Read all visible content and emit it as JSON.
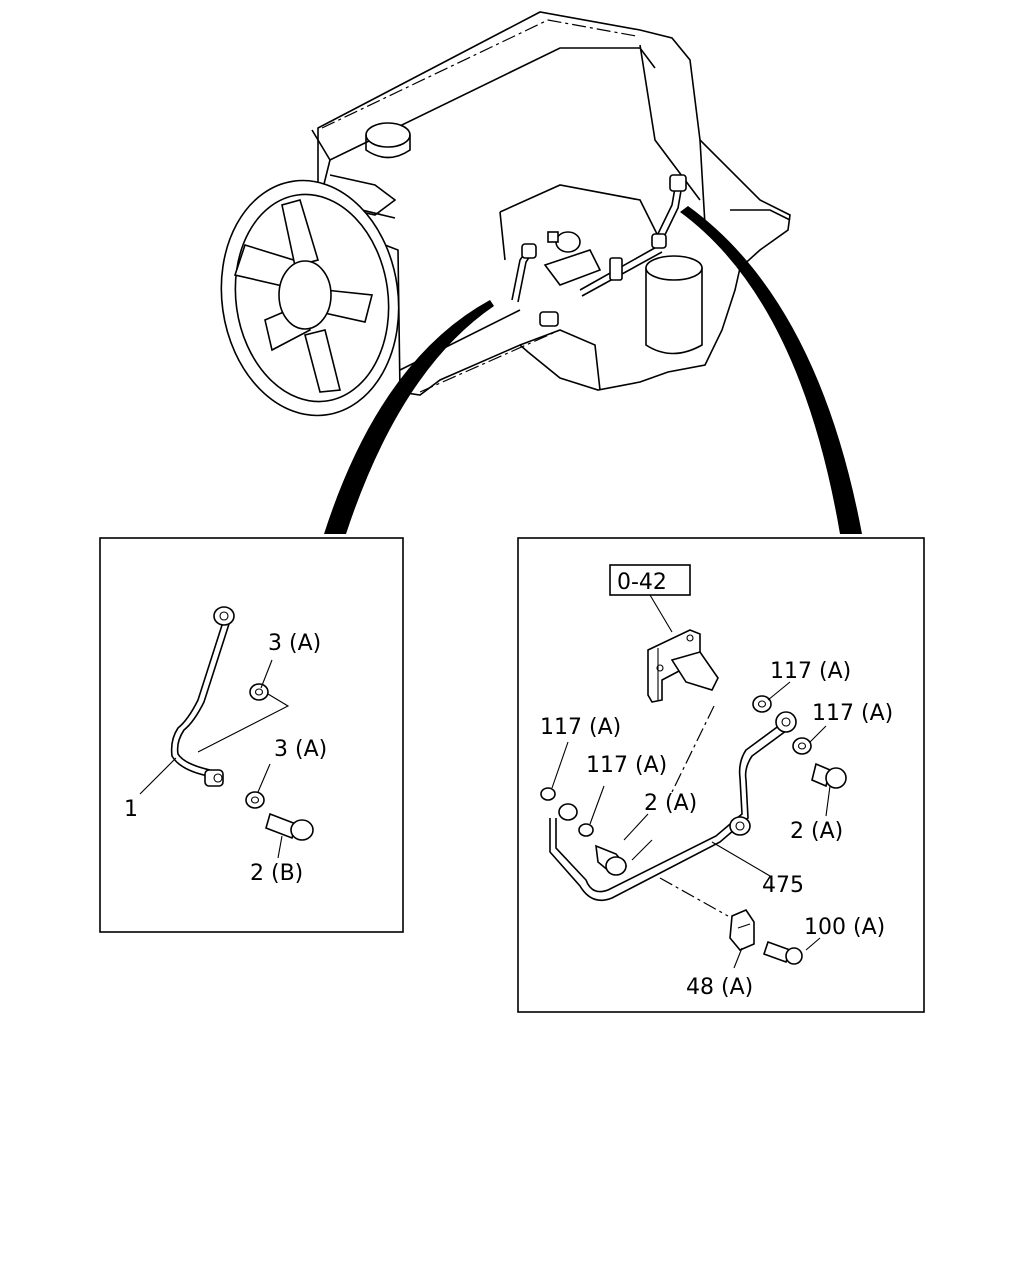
{
  "diagram": {
    "left_panel": {
      "labels": {
        "item_1": "1",
        "washer_upper": "3 (A)",
        "washer_lower": "3 (A)",
        "eye_bolt": "2 (B)"
      }
    },
    "right_panel": {
      "reference_box": "0-42",
      "labels": {
        "washer_top_right": "117 (A)",
        "washer_right": "117 (A)",
        "washer_left": "117 (A)",
        "washer_mid": "117 (A)",
        "bolt_mid": "2 (A)",
        "bolt_right": "2 (A)",
        "pipe": "475",
        "bolt_clip": "100 (A)",
        "clip": "48 (A)"
      }
    }
  }
}
